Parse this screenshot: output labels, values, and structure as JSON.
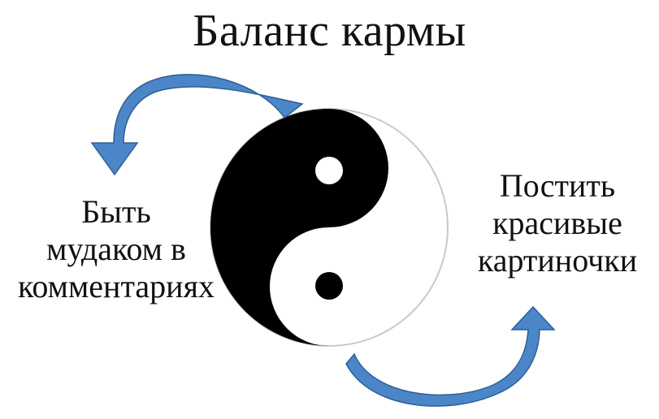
{
  "title": "Баланс кармы",
  "left_label": {
    "lines": [
      "Быть",
      "мудаком в",
      "комментариях"
    ]
  },
  "right_label": {
    "lines": [
      "Постить",
      "красивые",
      "картиночки"
    ]
  },
  "colors": {
    "arrow_fill": "#4a86c8",
    "arrow_stroke": "#2f5f95",
    "yin": "#000000",
    "yang": "#ffffff",
    "circle_outline": "#c9c9c9",
    "text": "#111111"
  },
  "icons": {
    "center": "yin-yang-icon",
    "top_arrow": "curved-arrow-icon",
    "bottom_arrow": "curved-arrow-icon"
  }
}
